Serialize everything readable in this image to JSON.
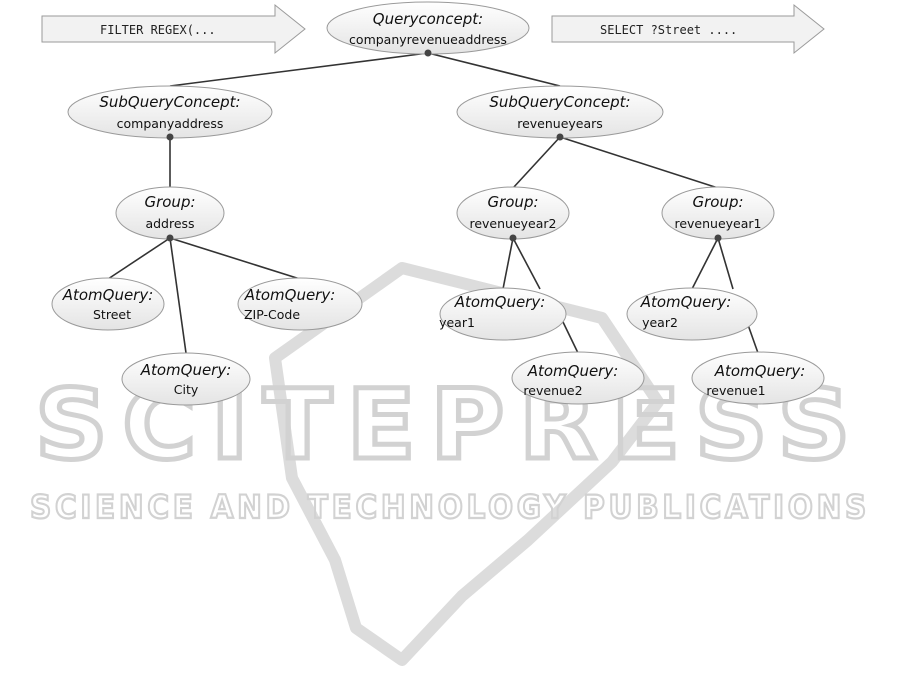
{
  "colors": {
    "node_fill_top": "#ffffff",
    "node_fill_bottom": "#e4e4e4",
    "node_stroke": "#9a9a9a",
    "edge": "#333333",
    "watermark": "#d2d2d2",
    "arrow_fill": "#f2f2f2"
  },
  "arrows": {
    "left": "FILTER REGEX(...",
    "right": "SELECT ?Street ...."
  },
  "nodes": {
    "root": {
      "title": "Queryconcept:",
      "value": "companyrevenueaddress"
    },
    "sub_address": {
      "title": "SubQueryConcept:",
      "value": "companyaddress"
    },
    "sub_revenue": {
      "title": "SubQueryConcept:",
      "value": "revenueyears"
    },
    "group_address": {
      "title": "Group:",
      "value": "address"
    },
    "group_year2": {
      "title": "Group:",
      "value": "revenueyear2"
    },
    "group_year1": {
      "title": "Group:",
      "value": "revenueyear1"
    },
    "atom_street": {
      "title": "AtomQuery:",
      "value": "Street"
    },
    "atom_zip": {
      "title": "AtomQuery:",
      "value": "ZIP-Code"
    },
    "atom_city": {
      "title": "AtomQuery:",
      "value": "City"
    },
    "atom_year1": {
      "title": "AtomQuery:",
      "value": "year1"
    },
    "atom_revenue2": {
      "title": "AtomQuery:",
      "value": "revenue2"
    },
    "atom_year2": {
      "title": "AtomQuery:",
      "value": "year2"
    },
    "atom_revenue1": {
      "title": "AtomQuery:",
      "value": "revenue1"
    }
  },
  "watermark": {
    "brand": "SCITEPRESS",
    "tagline": "SCIENCE AND TECHNOLOGY PUBLICATIONS"
  }
}
